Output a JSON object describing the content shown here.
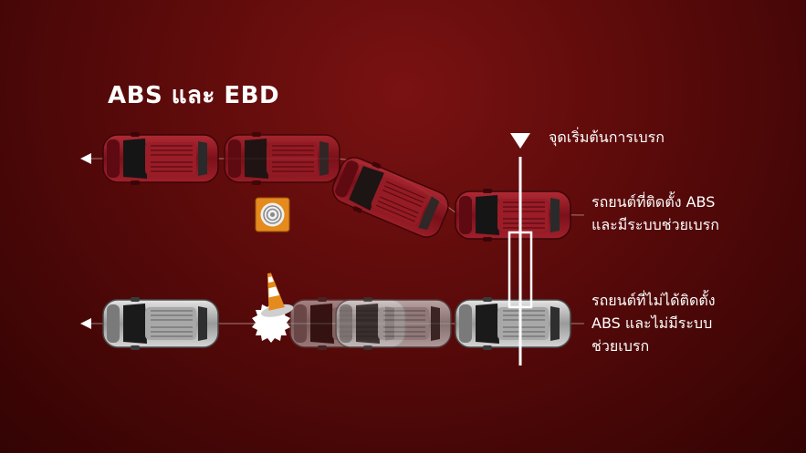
{
  "title": "ABS และ EBD",
  "brake_point_label": "จุดเริ่มต้นการเบรก",
  "car_with_abs": {
    "line1": "รถยนต์ที่ติดตั้ง ABS",
    "line2": "และมีระบบช่วยเบรก"
  },
  "car_without_abs": {
    "line1": "รถยนต์ที่ไม่ได้ติดตั้ง",
    "line2": "ABS  และไม่มีระบบ",
    "line3": "ช่วยเบรก"
  },
  "colors": {
    "background": "#5a0a0a",
    "car_red": "#8a1620",
    "car_silver": "#b9b9b9",
    "hazard_orange": "#e58a1c",
    "white": "#ffffff"
  },
  "icons": [
    "slippery-road-sign-icon",
    "traffic-cone-icon",
    "direction-arrow-icon",
    "brake-point-marker-icon"
  ]
}
